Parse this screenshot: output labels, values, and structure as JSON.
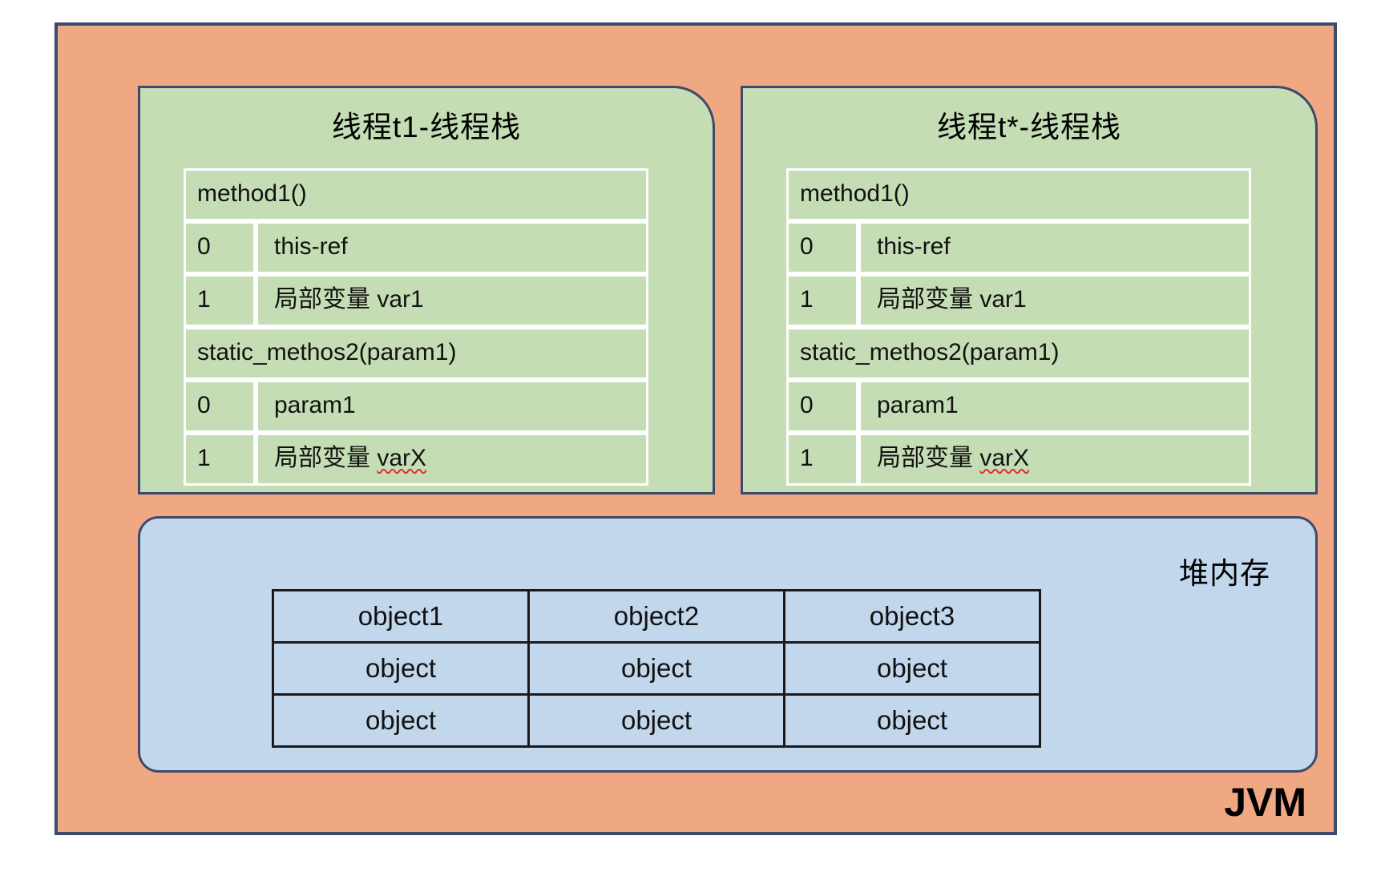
{
  "diagram": {
    "outer": {
      "label": "JVM",
      "bg_color": "#f0a882",
      "border_color": "#3d4a6b"
    },
    "thread_stacks": [
      {
        "title": "线程t1-线程栈",
        "bg_color": "#c5ddb4",
        "frames": [
          {
            "name": "method1()",
            "slots": [
              {
                "index": "0",
                "value": "this-ref",
                "misspelled": false
              },
              {
                "index": "1",
                "value": "局部变量 var1",
                "misspelled": false
              }
            ]
          },
          {
            "name": "static_methos2(param1)",
            "slots": [
              {
                "index": "0",
                "value": "param1",
                "misspelled": false
              },
              {
                "index": "1",
                "value": "局部变量 varX",
                "misspelled": true
              }
            ]
          }
        ]
      },
      {
        "title": "线程t*-线程栈",
        "bg_color": "#c5ddb4",
        "frames": [
          {
            "name": "method1()",
            "slots": [
              {
                "index": "0",
                "value": "this-ref",
                "misspelled": false
              },
              {
                "index": "1",
                "value": "局部变量 var1",
                "misspelled": false
              }
            ]
          },
          {
            "name": "static_methos2(param1)",
            "slots": [
              {
                "index": "0",
                "value": "param1",
                "misspelled": false
              },
              {
                "index": "1",
                "value": "局部变量 varX",
                "misspelled": true
              }
            ]
          }
        ]
      }
    ],
    "heap": {
      "label": "堆内存",
      "bg_color": "#c2d7ec",
      "table": {
        "rows": [
          [
            "object1",
            "object2",
            "object3"
          ],
          [
            "object",
            "object",
            "object"
          ],
          [
            "object",
            "object",
            "object"
          ]
        ]
      }
    }
  },
  "stack_frame_static_labels": {
    "frame1_name": "method1()",
    "frame2_name": "static_methos2(param1)"
  },
  "t1": {
    "title": "线程t1-线程栈",
    "f1_name": "method1()",
    "f1_s0_i": "0",
    "f1_s0_v": "this-ref",
    "f1_s1_i": "1",
    "f1_s1_v": "局部变量 var1",
    "f2_name": "static_methos2(param1)",
    "f2_s0_i": "0",
    "f2_s0_v": "param1",
    "f2_s1_i": "1",
    "f2_s1_v_prefix": "局部变量 ",
    "f2_s1_v_word": "varX"
  },
  "tstar": {
    "title": "线程t*-线程栈",
    "f1_name": "method1()",
    "f1_s0_i": "0",
    "f1_s0_v": "this-ref",
    "f1_s1_i": "1",
    "f1_s1_v": "局部变量 var1",
    "f2_name": "static_methos2(param1)",
    "f2_s0_i": "0",
    "f2_s0_v": "param1",
    "f2_s1_i": "1",
    "f2_s1_v_prefix": "局部变量 ",
    "f2_s1_v_word": "varX"
  },
  "heap": {
    "label": "堆内存",
    "r0c0": "object1",
    "r0c1": "object2",
    "r0c2": "object3",
    "r1c0": "object",
    "r1c1": "object",
    "r1c2": "object",
    "r2c0": "object",
    "r2c1": "object",
    "r2c2": "object"
  },
  "jvm": {
    "label": "JVM"
  }
}
